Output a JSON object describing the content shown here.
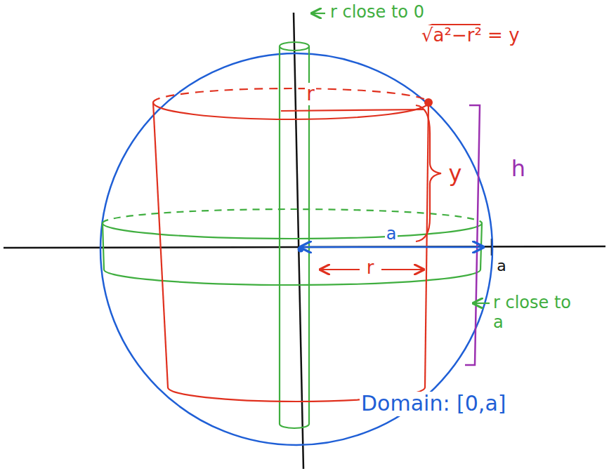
{
  "diagram": {
    "labels": [
      "r close to 0",
      "√a²−r² = y",
      "r",
      "y",
      "h",
      "a",
      "a",
      "r",
      "r close to a",
      "Domain: [0,a]"
    ]
  }
}
